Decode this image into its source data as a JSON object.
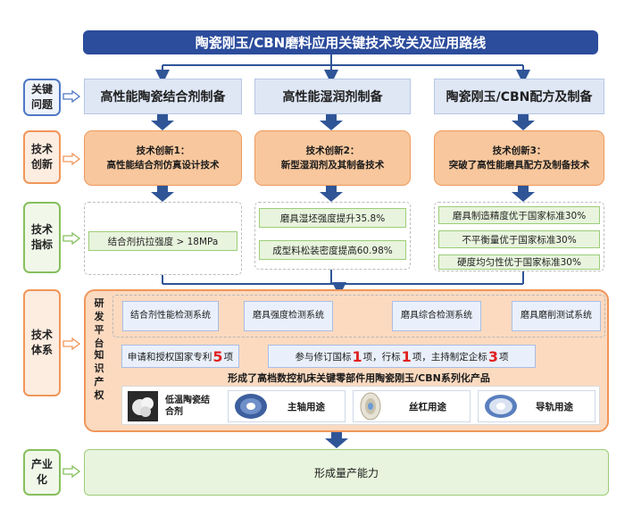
{
  "title": "陶瓷刚玉/CBN磨料应用关键技术攻关及应用路线",
  "sections": {
    "problem": "关键问题",
    "innovation": "技术创新",
    "metrics": "技术指标",
    "system": "技术体系",
    "industry": "产业化"
  },
  "problems": [
    "高性能陶瓷结合剂制备",
    "高性能湿润剂制备",
    "陶瓷刚玉/CBN配方及制备"
  ],
  "innovations": [
    {
      "title": "技术创新1：",
      "desc": "高性能结合剂仿真设计技术"
    },
    {
      "title": "技术创新2：",
      "desc": "新型湿润剂及其制备技术"
    },
    {
      "title": "技术创新3：",
      "desc": "突破了高性能磨具配方及制备技术"
    }
  ],
  "metrics": {
    "col1": [
      "结合剂抗拉强度 > 18MPa"
    ],
    "col2": [
      "磨具湿坯强度提升35.8%",
      "成型料松装密度提高60.98%"
    ],
    "col3": [
      "磨具制造精度优于国家标准30%",
      "不平衡量优于国家标准30%",
      "硬度均匀性优于国家标准30%"
    ]
  },
  "system": {
    "platform_label": "研发平台",
    "ip_label": "知识产权",
    "platforms": [
      "结合剂性能检测系统",
      "磨具强度检测系统",
      "磨具综合检测系统",
      "磨具磨削测试系统"
    ],
    "patent": {
      "pre": "申请和授权国家专利",
      "num": "5",
      "post": "项"
    },
    "standards": {
      "p1": "参与修订国标",
      "n1": "1",
      "p2": "项，行标",
      "n2": "1",
      "p3": "项，主持制定企标",
      "n3": "3",
      "p4": "项"
    },
    "products_title": "形成了高档数控机床关键零部件用陶瓷刚玉/CBN系列化产品",
    "products": [
      "低温陶瓷结合剂",
      "主轴用途",
      "丝杠用途",
      "导轨用途"
    ]
  },
  "industry_text": "形成量产能力",
  "colors": {
    "banner": "#2c4c9c",
    "arrow": "#2f5597",
    "orange": "#f0965a",
    "green": "#86bf5e"
  }
}
